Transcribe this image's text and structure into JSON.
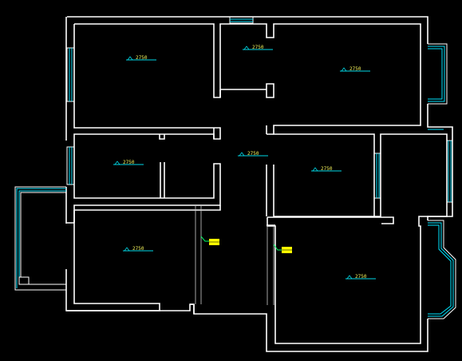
{
  "plan": {
    "ceiling_level_labels": [
      {
        "id": "room-top-left",
        "text": "2750"
      },
      {
        "id": "room-top-small",
        "text": "2750"
      },
      {
        "id": "room-top-right",
        "text": "2750"
      },
      {
        "id": "room-mid-left",
        "text": "2750"
      },
      {
        "id": "corridor",
        "text": "2750"
      },
      {
        "id": "room-mid-right",
        "text": "2750"
      },
      {
        "id": "room-bottom-left",
        "text": "2750"
      },
      {
        "id": "room-bottom-right",
        "text": "2750"
      }
    ],
    "colors": {
      "background": "#000000",
      "walls": "#ffffff",
      "windows": "#00e5ff",
      "level_text": "#f2f25a",
      "level_line": "#00d8e6",
      "tag": "#ffff00",
      "tag_leader": "#00ff66"
    }
  }
}
